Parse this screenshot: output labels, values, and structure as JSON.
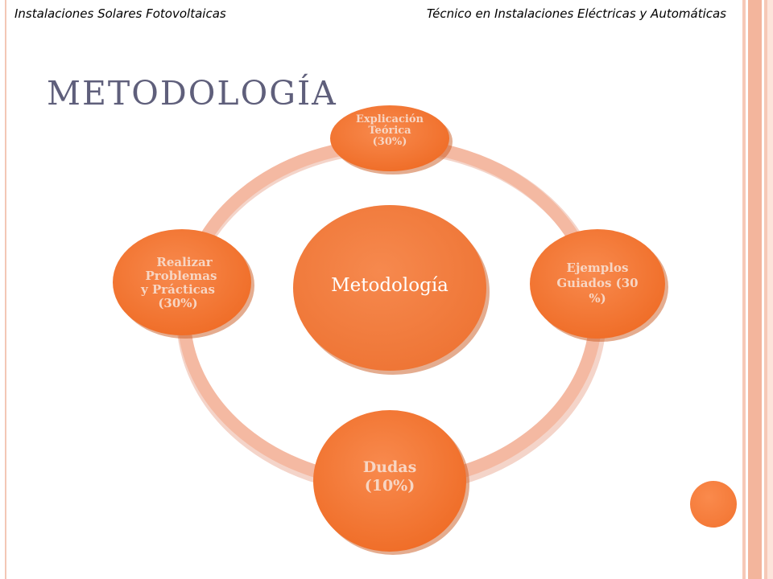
{
  "header": {
    "left": "Instalaciones Solares Fotovoltaicas",
    "right": "Técnico en Instalaciones Eléctricas y Automáticas"
  },
  "slide": {
    "title": "METODOLOGÍA"
  },
  "diagram": {
    "center": "Metodología",
    "nodes": [
      {
        "id": "top",
        "lines": [
          "Explicación",
          "Teórica",
          "(30%)"
        ]
      },
      {
        "id": "right",
        "lines": [
          "Ejemplos",
          "Guiados (30",
          "%)"
        ]
      },
      {
        "id": "bottom",
        "lines": [
          "Dudas",
          "(10%)"
        ]
      },
      {
        "id": "left",
        "lines": [
          "Realizar",
          "Problemas",
          "y  Prácticas",
          "(30%)"
        ]
      }
    ]
  },
  "colors": {
    "node": "#f27330",
    "ring": "#f3b59c",
    "title": "#5f5f7b",
    "band": "#f3b59c"
  }
}
